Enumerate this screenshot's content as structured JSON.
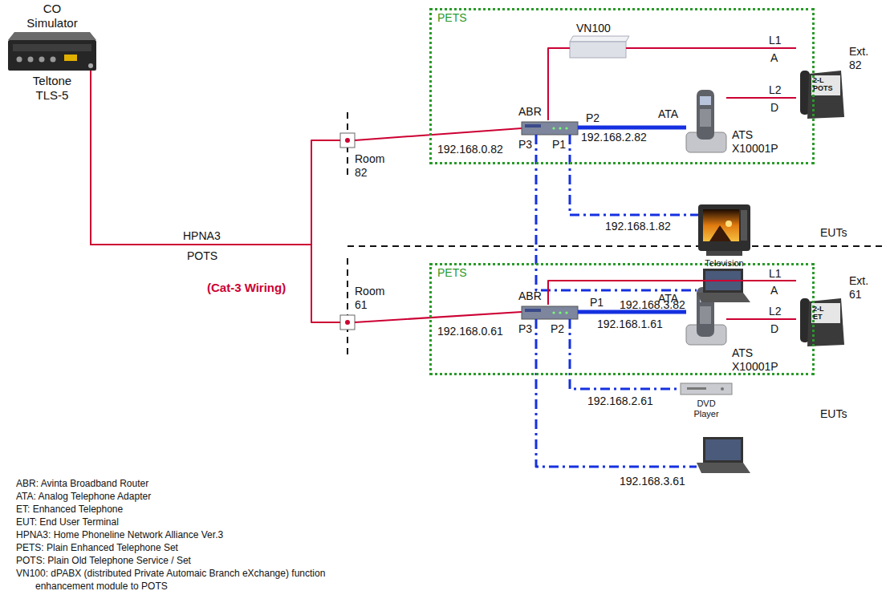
{
  "diagram": {
    "nodes": [
      {
        "text": [
          "CO Simulator",
          "Teltone TLS-5"
        ]
      },
      {
        "text": [
          "Room 82"
        ]
      },
      {
        "text": [
          "PETS"
        ]
      },
      {
        "text": [
          "VN100"
        ],
        "in": 2
      },
      {
        "text": [
          "ABR",
          "192.168.0.82"
        ],
        "in": 2
      },
      {
        "text": [
          "ATA",
          "ATS X10001P"
        ],
        "in": 2
      },
      {
        "text": [
          "Ext. 82",
          "2-L POTS"
        ]
      },
      {
        "text": [
          "Television"
        ]
      },
      {
        "text": [
          "192.168.3.82"
        ]
      },
      {
        "text": [
          "Room 61"
        ]
      },
      {
        "text": [
          "PETS"
        ]
      },
      {
        "text": [
          "ABR",
          "192.168.0.61"
        ],
        "in": 10
      },
      {
        "text": [
          "ATA",
          "ATS X10001P"
        ],
        "in": 10
      },
      {
        "text": [
          "Ext. 61",
          "2-L ET"
        ]
      },
      {
        "text": [
          "DVD Player"
        ]
      },
      {
        "text": [
          "192.168.3.61"
        ]
      }
    ],
    "edges": [
      {
        "from": 0,
        "to": 1,
        "arrow": "none"
      },
      {
        "from": 0,
        "to": 9,
        "arrow": "none"
      },
      {
        "from": 1,
        "to": 4,
        "arrow": "none"
      },
      {
        "from": 4,
        "to": 3,
        "arrow": "none"
      },
      {
        "from": 3,
        "to": 6,
        "arrow": "none"
      },
      {
        "from": 4,
        "to": 5,
        "label": "192.168.2.82",
        "arrow": "none"
      },
      {
        "from": 5,
        "to": 6,
        "arrow": "none"
      },
      {
        "from": 4,
        "to": 7,
        "label": "192.168.1.82",
        "arrow": "none"
      },
      {
        "from": 4,
        "to": 8,
        "arrow": "none"
      },
      {
        "from": 9,
        "to": 11,
        "arrow": "none"
      },
      {
        "from": 11,
        "to": 12,
        "label": "192.168.1.61",
        "arrow": "none"
      },
      {
        "from": 11,
        "to": 13,
        "arrow": "none"
      },
      {
        "from": 12,
        "to": 13,
        "arrow": "none"
      },
      {
        "from": 11,
        "to": 14,
        "label": "192.168.2.61",
        "arrow": "none"
      },
      {
        "from": 11,
        "to": 15,
        "arrow": "none"
      }
    ],
    "labels": [
      "HPNA3",
      "POTS",
      "(Cat-3 Wiring)",
      "P2",
      "P3",
      "P1",
      "L1",
      "A",
      "L2",
      "D",
      "EUTs",
      "L1",
      "A",
      "P1",
      "P3",
      "P2",
      "L2",
      "D",
      "EUTs",
      "ABR: Avinta Broadband Router",
      "ATA: Analog Telephone Adapter",
      "ET: Enhanced Telephone",
      "EUT: End User Terminal",
      "HPNA3: Home Phoneline Network Alliance Ver.3",
      "PETS: Plain Enhanced Telephone Set",
      "POTS: Plain Old Telephone Service / Set",
      "VN100: dPABX (distributed Private Automaic Branch eXchange) function enhancement module to POTS"
    ]
  }
}
